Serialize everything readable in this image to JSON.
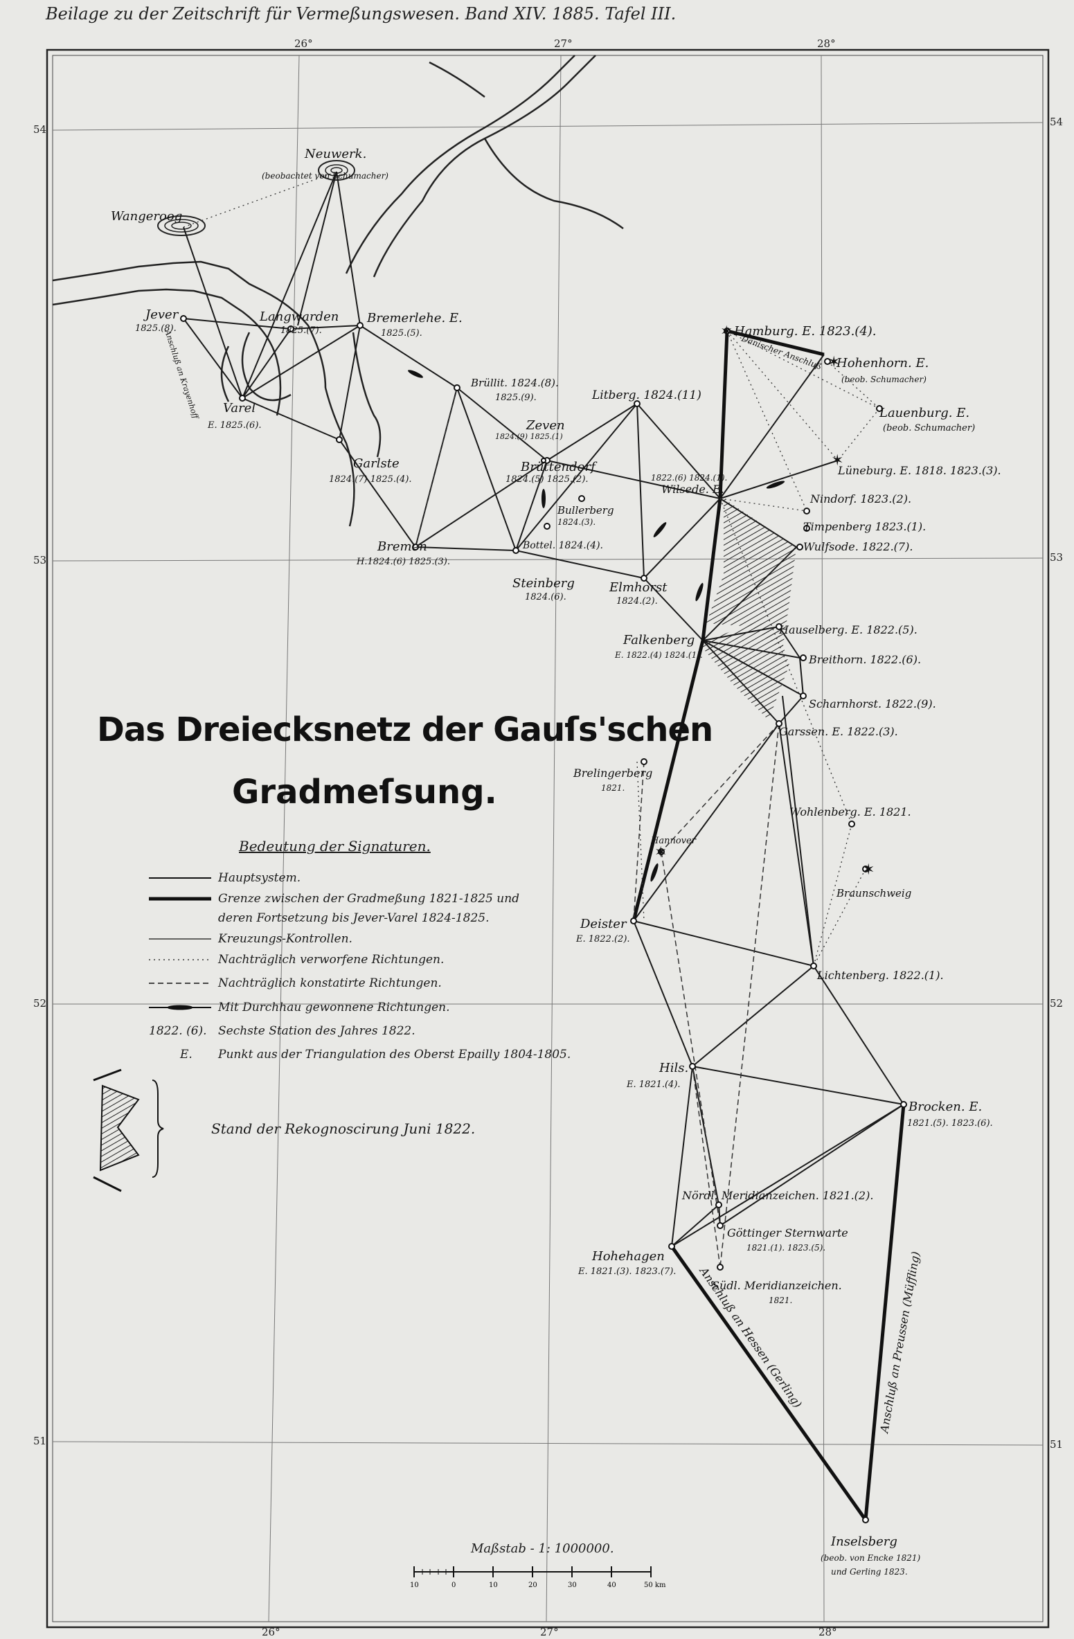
{
  "header": "Beilage zu der Zeitschrift für Vermeßungswesen. Band XIV. 1885. Tafel III.",
  "title_line1": "Das Dreiecksnetz der Gauſs'schen",
  "title_line2": "Gradmeſsung.",
  "legend": {
    "heading": "Bedeutung der Signaturen.",
    "items": [
      {
        "style": "main",
        "label": "Hauptsystem."
      },
      {
        "style": "thick",
        "label": "Grenze zwischen der Gradmeßung 1821-1825 und"
      },
      {
        "style": "none",
        "label": "deren Fortsetzung bis Jever-Varel 1824-1825."
      },
      {
        "style": "thin",
        "label": "Kreuzungs-Kontrollen."
      },
      {
        "style": "dotted",
        "label": "Nachträglich verworfene Richtungen."
      },
      {
        "style": "dashed",
        "label": "Nachträglich konstatirte Richtungen."
      },
      {
        "style": "arrow",
        "label": "Mit Durchhau gewonnene Richtungen."
      },
      {
        "style": "text",
        "prefix": "1822. (6).",
        "label": "Sechste Station des Jahres 1822."
      },
      {
        "style": "text",
        "prefix": "E.",
        "label": "Punkt aus der Triangulation des Oberst Epailly 1804-1805."
      }
    ]
  },
  "stand_text": "Stand der Rekognoscirung Juni 1822.",
  "scale_text": "Maßstab - 1: 1000000.",
  "scale_ticks": [
    "10",
    "0",
    "10",
    "20",
    "30",
    "40",
    "50 km"
  ],
  "longitudes": [
    "26°",
    "27°",
    "28°"
  ],
  "latitudes": [
    "54",
    "53",
    "52",
    "51"
  ],
  "stations": [
    {
      "name": "Neuwerk."
    },
    {
      "name": "(beobachtet von Schumacher)"
    },
    {
      "name": "Wangeroog"
    },
    {
      "name": "Jever"
    },
    {
      "name": "1825.(8)."
    },
    {
      "name": "Varel"
    },
    {
      "name": "E. 1825.(6)."
    },
    {
      "name": "Langwarden"
    },
    {
      "name": "1825.(7)."
    },
    {
      "name": "Bremerlehe. E."
    },
    {
      "name": "1825.(5)."
    },
    {
      "name": "Garlste"
    },
    {
      "name": "1824.(7) 1825.(4)."
    },
    {
      "name": "Bremen"
    },
    {
      "name": "H.1824.(6) 1825.(3)."
    },
    {
      "name": "Brüllit. 1824.(8)."
    },
    {
      "name": "1825.(9)."
    },
    {
      "name": "Zeven"
    },
    {
      "name": "1824.(9) 1825.(1)"
    },
    {
      "name": "Brüttendorf"
    },
    {
      "name": "1824.(5) 1825.(2)."
    },
    {
      "name": "Bullerberg"
    },
    {
      "name": "1824.(3)."
    },
    {
      "name": "Bottel. 1824.(4)."
    },
    {
      "name": "Steinberg"
    },
    {
      "name": "1824.(6)."
    },
    {
      "name": "Litberg. 1824.(11)"
    },
    {
      "name": "Elmhorst"
    },
    {
      "name": "1824.(2)."
    },
    {
      "name": "Hamburg. E. 1823.(4)."
    },
    {
      "name": "Dänischer Anschluß"
    },
    {
      "name": "Hohenhorn. E."
    },
    {
      "name": "(beob. Schumacher)"
    },
    {
      "name": "Lauenburg. E."
    },
    {
      "name": "(beob. Schumacher)"
    },
    {
      "name": "Lüneburg. E. 1818. 1823.(3)."
    },
    {
      "name": "1822.(6) 1824.(1)."
    },
    {
      "name": "Wilsede. E."
    },
    {
      "name": "Nindorf. 1823.(2)."
    },
    {
      "name": "Timpenberg 1823.(1)."
    },
    {
      "name": "Wulfsode. 1822.(7)."
    },
    {
      "name": "Falkenberg"
    },
    {
      "name": "E. 1822.(4) 1824.(1)."
    },
    {
      "name": "Hauselberg. E. 1822.(5)."
    },
    {
      "name": "Breithorn. 1822.(6)."
    },
    {
      "name": "Scharnhorst. 1822.(9)."
    },
    {
      "name": "Garssen. E. 1822.(3)."
    },
    {
      "name": "Brelingerberg"
    },
    {
      "name": "1821."
    },
    {
      "name": "Wohlenberg. E. 1821."
    },
    {
      "name": "Hannover"
    },
    {
      "name": "Braunschweig"
    },
    {
      "name": "Deister"
    },
    {
      "name": "E. 1822.(2)."
    },
    {
      "name": "Lichtenberg. 1822.(1)."
    },
    {
      "name": "Hils."
    },
    {
      "name": "E. 1821.(4)."
    },
    {
      "name": "Brocken. E."
    },
    {
      "name": "1821.(5). 1823.(6)."
    },
    {
      "name": "Nördl. Meridianzeichen. 1821.(2)."
    },
    {
      "name": "Göttinger Sternwarte"
    },
    {
      "name": "1821.(1). 1823.(5)."
    },
    {
      "name": "Hohehagen"
    },
    {
      "name": "E. 1821.(3). 1823.(7)."
    },
    {
      "name": "Südl. Meridianzeichen."
    },
    {
      "name": "1821."
    },
    {
      "name": "Inselsberg"
    },
    {
      "name": "(beob. von Encke 1821)"
    },
    {
      "name": "und Gerling 1823."
    }
  ],
  "route_labels": {
    "hessen": "Anschluß an Hessen (Gerling)",
    "preussen": "Anschluß an Preussen (Müffling)",
    "danish": "Dänischer Anschluß",
    "jever": "Anschluß an Krayenhoff"
  },
  "colors": {
    "ink": "#1a1a1a",
    "paper": "#e9e9e6"
  }
}
